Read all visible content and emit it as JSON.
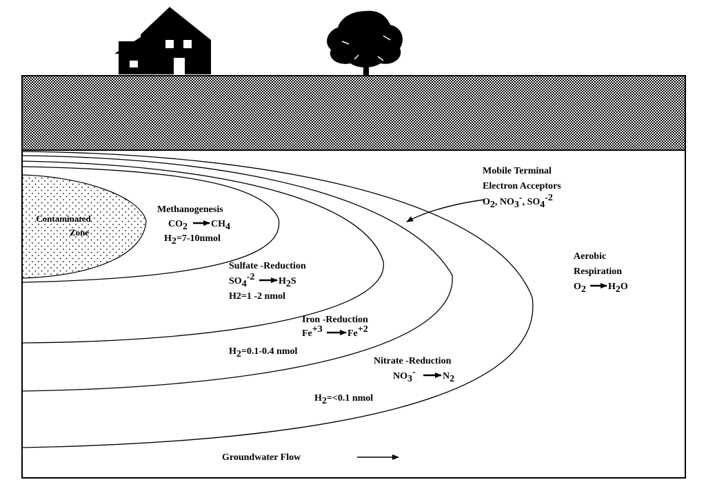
{
  "labels": {
    "contaminated_1": "Contaminated",
    "contaminated_2": "Zone",
    "methanogenesis": {
      "title": "Methanogenesis",
      "co": "CO",
      "co_sub": "2",
      "ch": "CH",
      "ch_sub": "4",
      "h2_h": "H",
      "h2_sub": "2",
      "h2_val": "=7-10nmol"
    },
    "sulfate": {
      "title": "Sulfate -Reduction",
      "so": "SO",
      "so_sub": "4",
      "so_sup": "-2",
      "h2s_h": "H",
      "h2s_sub": "2",
      "h2s_s": "S",
      "h2_val": "H2=1 -2 nmol"
    },
    "iron": {
      "title": "Iron -Reduction",
      "fe1": "Fe",
      "fe1_sup": "+3",
      "fe2": "Fe",
      "fe2_sup": "+2",
      "h2_h": "H",
      "h2_sub": "2",
      "h2_val": "=0.1-0.4 nmol"
    },
    "nitrate": {
      "title": "Nitrate -Reduction",
      "no": "NO",
      "no_sub": "3",
      "no_sup": "-",
      "n": "N",
      "n_sub": "2",
      "h2_h": "H",
      "h2_sub": "2",
      "h2_val": "=<0.1 nmol"
    },
    "mobile": {
      "line1": "Mobile Terminal",
      "line2": "Electron Acceptors",
      "o": "O",
      "o_sub": "2",
      "sep1": ", NO",
      "no_sub": "3",
      "no_sup": "-",
      "sep2": ", SO",
      "so_sub": "4",
      "so_sup": "-2"
    },
    "aerobic": {
      "line1": "Aerobic",
      "line2": "Respiration",
      "o": "O",
      "o_sub": "2",
      "h": "H",
      "h_sub": "2",
      "o2": "O"
    },
    "flow": "Groundwater Flow"
  }
}
